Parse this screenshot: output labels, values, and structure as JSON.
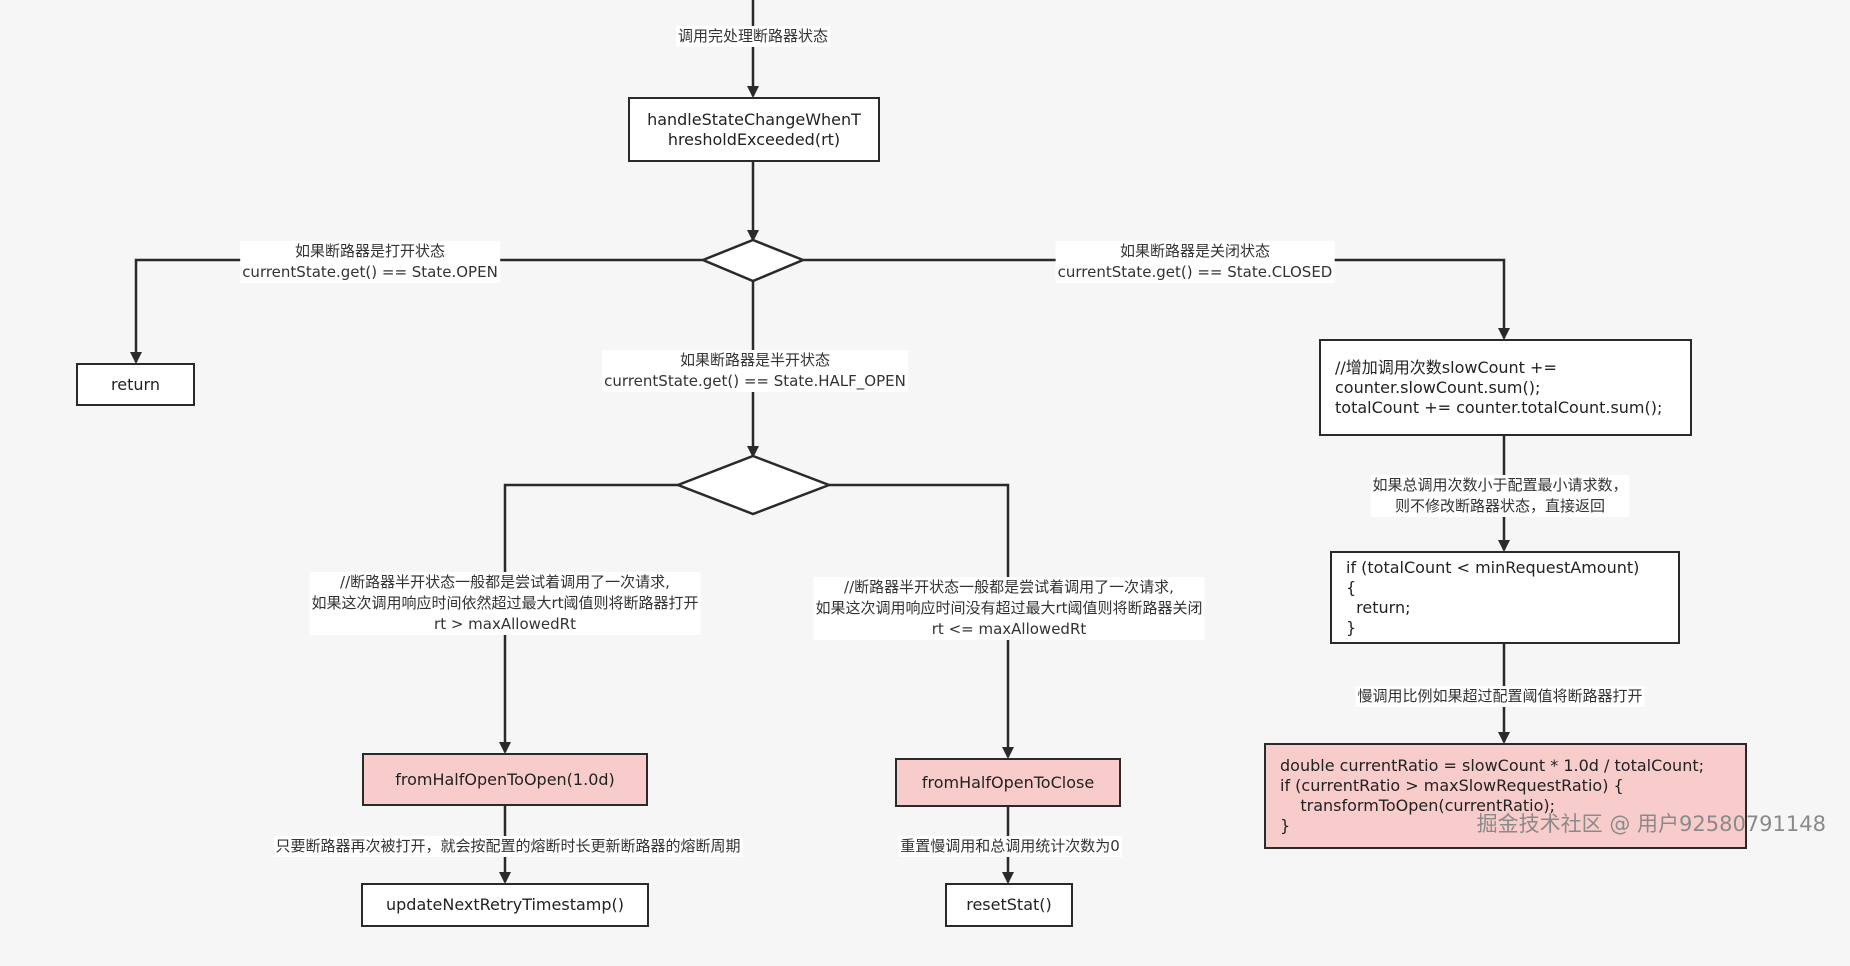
{
  "colors": {
    "background": "#f6f6f6",
    "stroke": "#2a2a2a",
    "box": "#ffffff",
    "highlight": "#f9cccc"
  },
  "labels": {
    "top": "调用完处理断路器状态",
    "open": "如果断路器是打开状态\ncurrentState.get() == State.OPEN",
    "closed": "如果断路器是关闭状态\ncurrentState.get() == State.CLOSED",
    "half_open": "如果断路器是半开状态\ncurrentState.get() == State.HALF_OPEN",
    "half_still_exceed": "//断路器半开状态一般都是尝试着调用了一次请求,\n如果这次调用响应时间依然超过最大rt阈值则将断路器打开\nrt > maxAllowedRt",
    "half_not_exceed": "//断路器半开状态一般都是尝试着调用了一次请求,\n如果这次调用响应时间没有超过最大rt阈值则将断路器关闭\nrt <= maxAllowedRt",
    "retry_note": "只要断路器再次被打开，就会按配置的熔断时长更新断路器的熔断周期",
    "reset_note": "重置慢调用和总调用统计次数为0",
    "min_request_note": "如果总调用次数小于配置最小请求数，\n则不修改断路器状态，直接返回",
    "slow_ratio_note": "慢调用比例如果超过配置阈值将断路器打开"
  },
  "nodes": {
    "handle": "handleStateChangeWhenT\nhresholdExceeded(rt)",
    "return": "return",
    "increment": "//增加调用次数slowCount +=\ncounter.slowCount.sum();\ntotalCount += counter.totalCount.sum();",
    "min_check": "if (totalCount < minRequestAmount)\n{\n  return;\n}",
    "ratio": "double currentRatio = slowCount * 1.0d / totalCount;\nif (currentRatio > maxSlowRequestRatio) {\n    transformToOpen(currentRatio);\n}",
    "to_open": "fromHalfOpenToOpen(1.0d)",
    "to_close": "fromHalfOpenToClose",
    "retry": "updateNextRetryTimestamp()",
    "reset": "resetStat()"
  },
  "watermark": "掘金技术社区 @ 用户92580791148"
}
